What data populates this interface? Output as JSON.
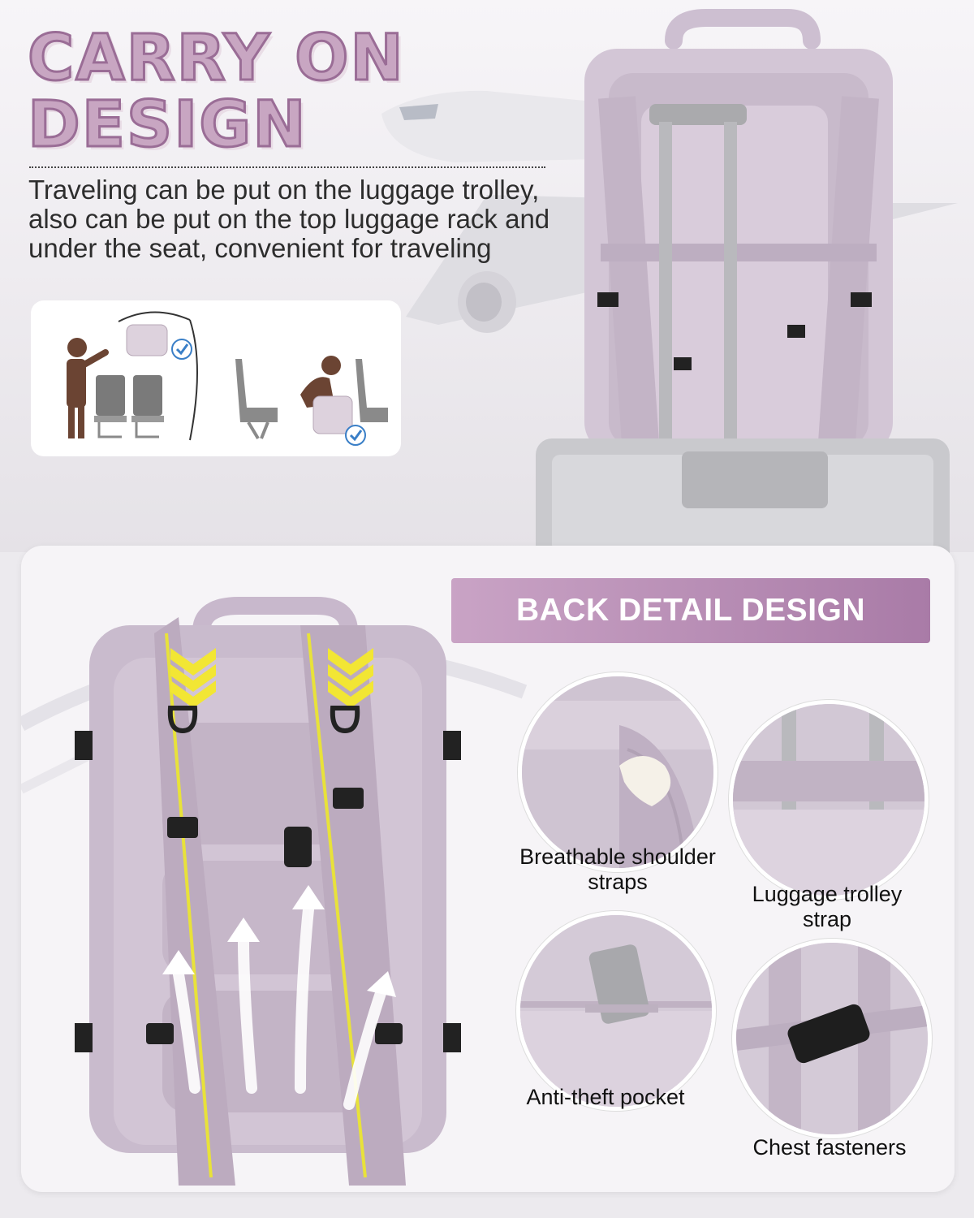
{
  "headline": {
    "line1": "CARRY ON",
    "line2": "DESIGN"
  },
  "description": "Traveling can be put on the luggage trolley, also can be put on the top luggage rack and under the seat, convenient for traveling",
  "back_detail": {
    "banner": "BACK DETAIL DESIGN",
    "features": [
      {
        "label": "Breathable shoulder straps",
        "icon": "shoulder-strap-closeup"
      },
      {
        "label": "Luggage trolley strap",
        "icon": "trolley-strap-closeup"
      },
      {
        "label": "Anti-theft pocket",
        "icon": "hidden-pocket-closeup"
      },
      {
        "label": "Chest fasteners",
        "icon": "chest-buckle-closeup"
      }
    ]
  },
  "colors": {
    "bag": "#cbbdd0",
    "accent": "#b07fae",
    "highlight": "#f2e634"
  }
}
